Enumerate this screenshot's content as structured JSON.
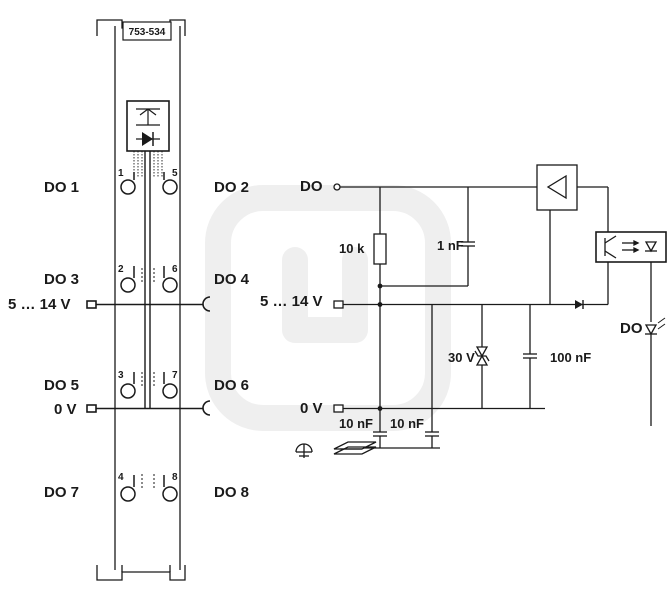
{
  "module": {
    "part_number": "753-534",
    "pin_numbers": [
      "1",
      "2",
      "3",
      "4",
      "5",
      "6",
      "7",
      "8"
    ]
  },
  "channels": {
    "left": [
      "DO 1",
      "DO 3",
      "DO 5",
      "DO 7"
    ],
    "right": [
      "DO 2",
      "DO 4",
      "DO 6",
      "DO 8"
    ]
  },
  "supply": {
    "v_plus": "5 … 14 V",
    "v_zero": "0 V"
  },
  "schematic": {
    "output_label": "DO",
    "supply_label": "5 … 14 V",
    "zero_label": "0 V",
    "resistor": "10 k",
    "cap_1": "1 nF",
    "zener": "30 V",
    "cap_100": "100 nF",
    "cap_10a": "10 nF",
    "cap_10b": "10 nF",
    "led_label": "DO"
  },
  "colors": {
    "line": "#1a1a1a",
    "background": "#ffffff",
    "watermark": "#ececec"
  }
}
